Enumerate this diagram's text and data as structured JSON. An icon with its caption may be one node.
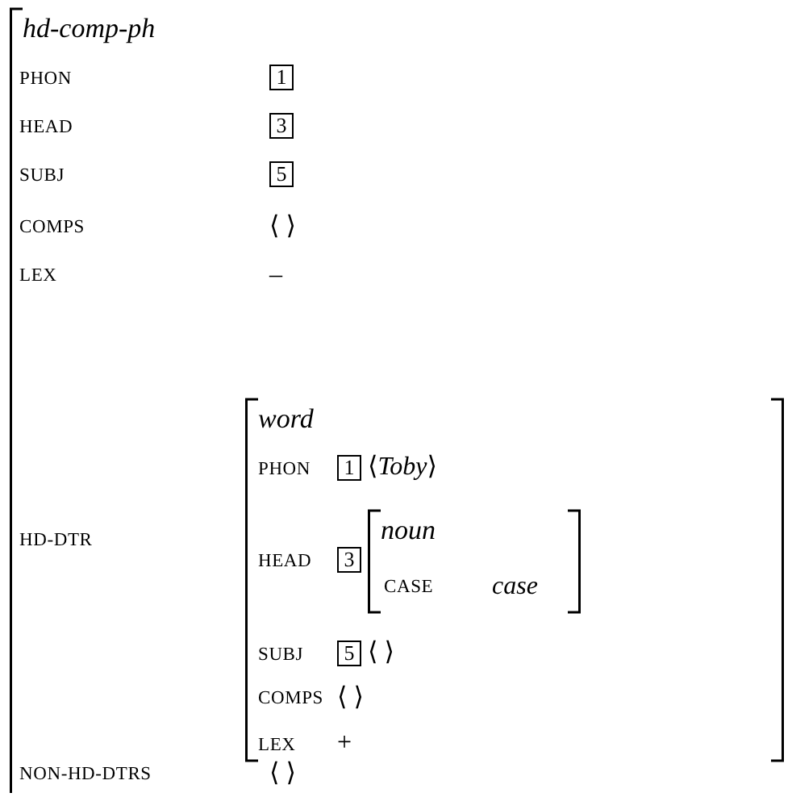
{
  "diagram": {
    "nodes": [
      {
        "text": [
          "hd-comp-ph"
        ]
      },
      {
        "text": [
          "1"
        ],
        "in": 0
      },
      {
        "text": [
          "3"
        ],
        "in": 0
      },
      {
        "text": [
          "5"
        ],
        "in": 0
      },
      {
        "text": [
          "word"
        ],
        "in": 0
      },
      {
        "text": [
          "1"
        ],
        "in": 4
      },
      {
        "text": [
          "3"
        ],
        "in": 4
      },
      {
        "text": [
          "noun"
        ],
        "in": 4
      },
      {
        "text": [
          "5"
        ],
        "in": 4
      }
    ],
    "labels": [
      "PHON",
      "HEAD",
      "SUBJ",
      "COMPS",
      "⟨ ⟩",
      "LEX",
      "–",
      "HD-DTR",
      "PHON",
      "⟨*Toby*⟩",
      "HEAD",
      "CASE",
      "case",
      "SUBJ",
      "⟨ ⟩",
      "COMPS",
      "⟨ ⟩",
      "LEX",
      "+",
      "NON-HD-DTRS",
      "⟨ ⟩"
    ]
  }
}
